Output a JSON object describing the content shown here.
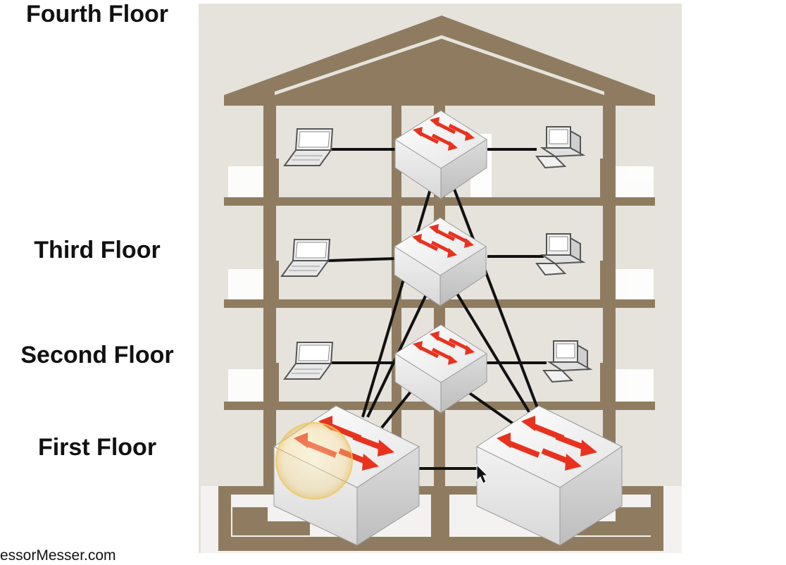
{
  "floors": {
    "fourth": "Fourth Floor",
    "third": "Third Floor",
    "second": "Second Floor",
    "first": "First Floor"
  },
  "watermark": "essorMesser.com",
  "colors": {
    "building": "#8f7c60",
    "background": "#e6e3dd",
    "arrow": "#e8321e",
    "link": "#111111"
  },
  "icons": [
    "laptop-icon",
    "desktop-computer-icon",
    "network-switch-icon",
    "mouse-cursor-icon"
  ]
}
